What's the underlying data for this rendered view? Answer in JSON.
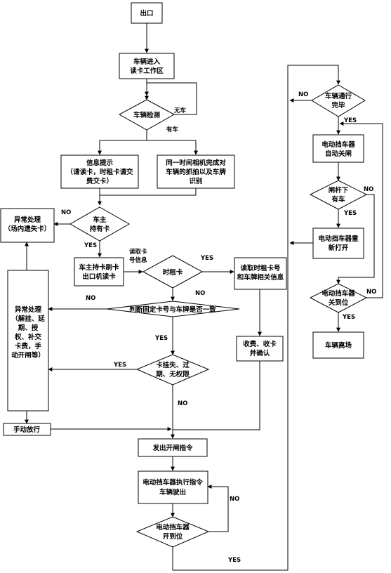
{
  "nodes": {
    "exit": [
      "出口"
    ],
    "enter_zone": [
      "车辆进入",
      "读卡工作区"
    ],
    "vehicle_detect": [
      "车辆检测"
    ],
    "info_prompt": [
      "信息提示",
      "（请读卡，时租卡请交",
      "费交卡）"
    ],
    "capture_plate": [
      "同一时间相机完成对",
      "车辆的抓拍以及车牌",
      "识别"
    ],
    "holds_card": [
      "车主",
      "持有卡"
    ],
    "exception_lost": [
      "异常处理",
      "（场内遗失卡）"
    ],
    "swipe_card": [
      "车主持卡刷卡",
      "出口机读卡"
    ],
    "is_temp_card": [
      "时租卡"
    ],
    "read_temp_info": [
      "读取时租卡号",
      "和车牌相关信息"
    ],
    "check_fixed_card": [
      "判断固定卡号与车牌是否一致"
    ],
    "exception_main": [
      "异常处理",
      "（解挂、延",
      "期、授",
      "权、补交",
      "卡费，手",
      "动开闸等）"
    ],
    "collect_fee": [
      "收费、收卡",
      "并确认"
    ],
    "card_status": [
      "卡挂失、过",
      "期、无权限"
    ],
    "manual_release": [
      "手动放行"
    ],
    "open_gate_cmd": [
      "发出开闸指令"
    ],
    "barrier_exec": [
      "电动挡车器执行指令",
      "车辆驶出"
    ],
    "barrier_open_pos": [
      "电动挡车器",
      "开到位"
    ],
    "pass_done": [
      "车辆通行",
      "完毕"
    ],
    "auto_close": [
      "电动挡车器",
      "自动关闸"
    ],
    "car_under_arm": [
      "闸杆下",
      "有车"
    ],
    "reopen": [
      "电动挡车器重",
      "新打开"
    ],
    "closed_pos": [
      "电动挡车器",
      "关到位"
    ],
    "leave": [
      "车辆离场"
    ]
  },
  "edge_labels": {
    "no_car": "无车",
    "has_car": "有车",
    "no_holds": "NO",
    "yes_holds": "YES",
    "read_card_info": [
      "读取卡",
      "号信息"
    ],
    "temp_yes": "YES",
    "temp_no": "NO",
    "fixed_no": "NO",
    "fixed_yes": "YES",
    "status_yes": "YES",
    "status_no": "NO",
    "open_no": "NO",
    "open_yes": "YES",
    "pass_no": "NO",
    "pass_yes": "YES",
    "under_no": "NO",
    "under_yes": "YES",
    "closed_no": "NO",
    "closed_yes": "YES"
  }
}
